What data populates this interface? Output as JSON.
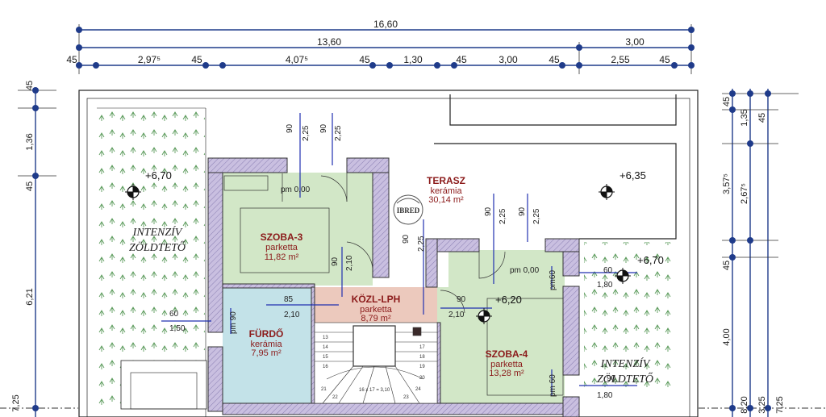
{
  "dims_top": {
    "overall": "16,60",
    "left_part": "13,60",
    "right_part": "3,00",
    "segments": [
      "45",
      "2,97⁵",
      "45",
      "4,07⁵",
      "45",
      "1,30",
      "45",
      "3,00",
      "45",
      "2,55",
      "45"
    ]
  },
  "dims_left": [
    "45",
    "1,36",
    "45",
    "6,21",
    "7,25"
  ],
  "dims_right": [
    "45",
    "1,35",
    "45",
    "3,57⁵",
    "2,67⁵",
    "45",
    "4,00",
    "8,20",
    "3,25",
    "7,25"
  ],
  "levels": {
    "roof_left": "+6,70",
    "terrace": "+6,35",
    "roof_right": "+6,70",
    "floor": "+6,20"
  },
  "rooms": {
    "terasz": {
      "name": "TERASZ",
      "material": "kerámia",
      "area": "30,14 m²"
    },
    "szoba3": {
      "name": "SZOBA-3",
      "material": "parketta",
      "area": "11,82 m²"
    },
    "kozl": {
      "name": "KÖZL-LPH",
      "material": "parketta",
      "area": "8,79 m²"
    },
    "furdo": {
      "name": "FÜRDŐ",
      "material": "kerámia",
      "area": "7,95 m²"
    },
    "szoba4": {
      "name": "SZOBA-4",
      "material": "parketta",
      "area": "13,28 m²"
    }
  },
  "green_roofs": {
    "left_line1": "INTENZÍV",
    "left_line2": "ZÖLDTETŐ",
    "right_line1": "INTENZÍV",
    "right_line2": "ZÖLDTETŐ"
  },
  "openings": {
    "pm_a": "pm 0,00",
    "pm_b": "pm 0,00",
    "pm60_a": "pm60",
    "pm90": "pm 90",
    "pm60_b": "pm 60",
    "w90_a": "90",
    "w225_a": "2,25",
    "w90_b": "90",
    "w225_b": "2,25",
    "w90_c": "90",
    "w225_c": "2,25",
    "w90_d": "90",
    "w225_d": "2,25",
    "w90_e": "90",
    "w225_e": "2,25",
    "d90_a": "90",
    "d210_a": "2,10",
    "d85": "85",
    "d210_b": "2,10",
    "d90_b": "90",
    "d210_c": "2,10",
    "win60_a": "60",
    "win150": "1,50",
    "win60_b": "60",
    "win180_a": "1,80",
    "win90": "90",
    "win180_b": "1,80"
  },
  "stair": {
    "label": "16 x 17 = 3,10",
    "steps": [
      "13",
      "14",
      "15",
      "16",
      "17",
      "18",
      "19",
      "20",
      "21",
      "22",
      "23",
      "24"
    ]
  },
  "stamp": "IBRED"
}
